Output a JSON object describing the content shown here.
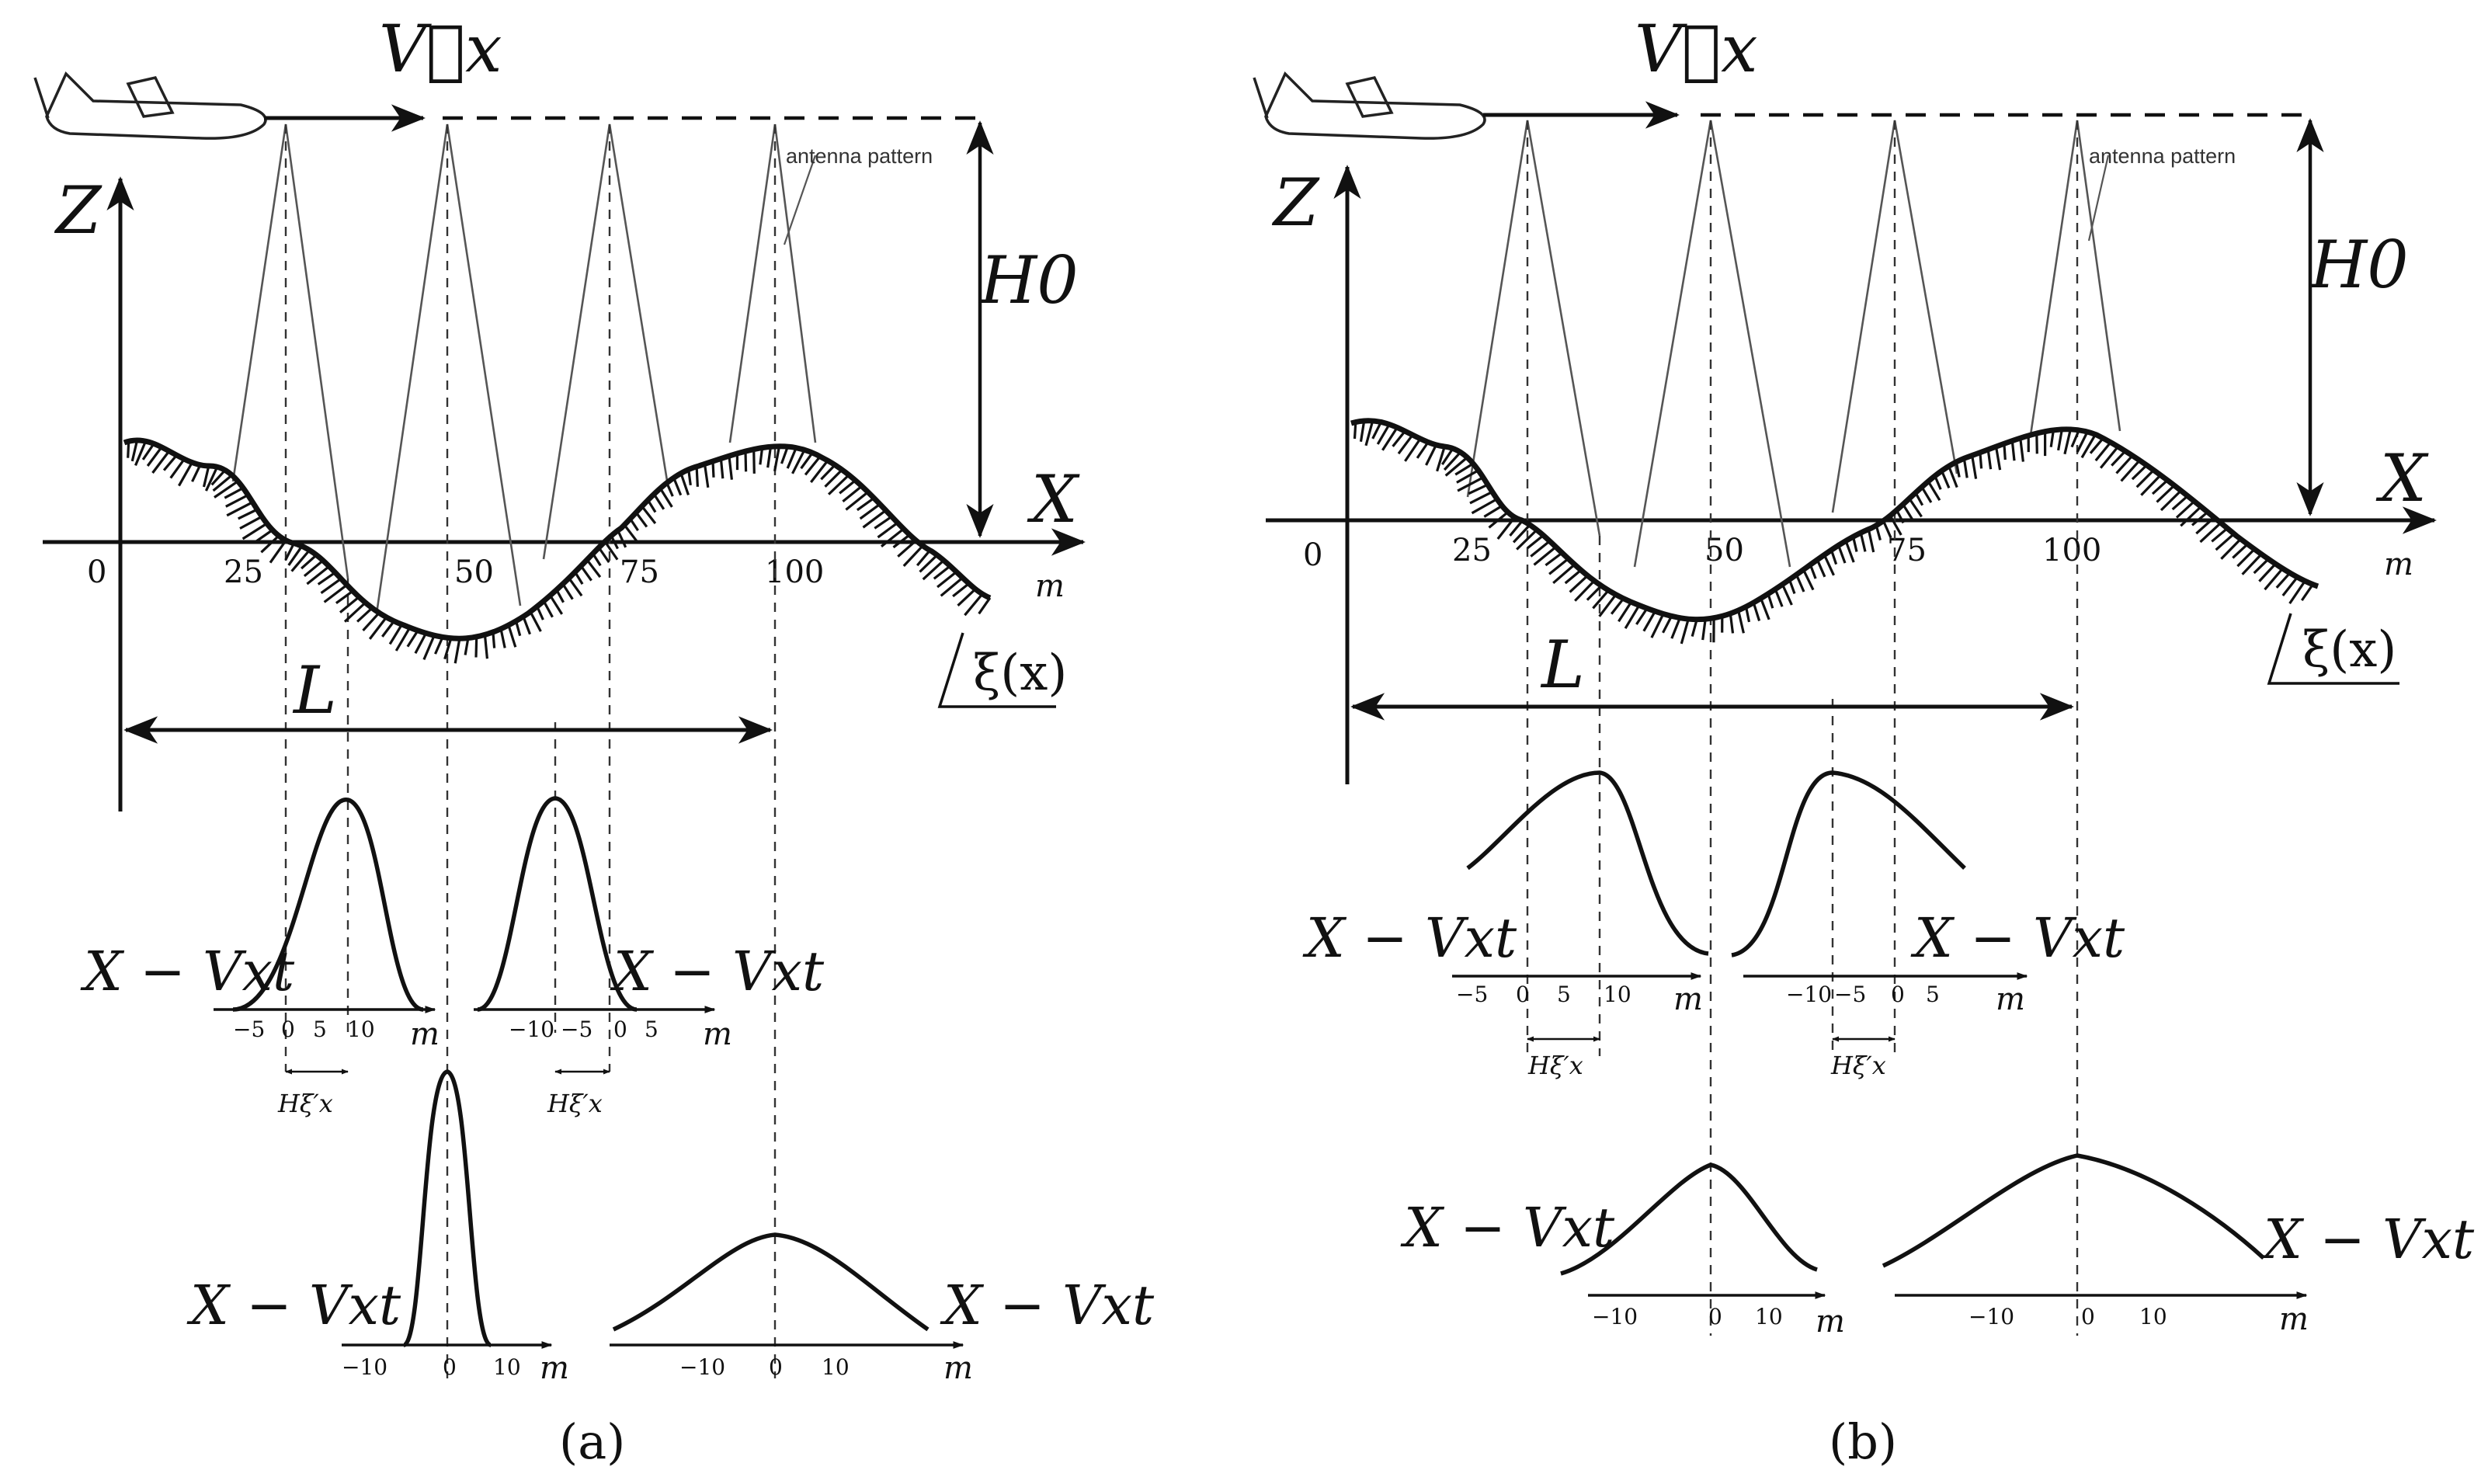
{
  "panels": [
    {
      "id": "a",
      "caption": "(a)",
      "velocity_label": "V⃗x",
      "z_label": "Z",
      "x_label": "X",
      "h0_label": "H0",
      "antenna_label": "antenna pattern",
      "L_label": "L",
      "xi_label": "ξ(x)",
      "unit_label": "m",
      "x_ticks": [
        "0",
        "25",
        "50",
        "75",
        "100"
      ],
      "expr": "X − Vxt",
      "hxi_label": "Hξ′x",
      "sub_plots": [
        {
          "ticks": [
            "−5",
            "0",
            "5",
            "10"
          ],
          "unit": "m",
          "expr": "X − Vxt",
          "annot": "Hξ′x"
        },
        {
          "ticks": [
            "−10",
            "−5",
            "0",
            "5"
          ],
          "unit": "m",
          "expr": "X − Vxt",
          "annot": "Hξ′x"
        },
        {
          "ticks": [
            "−10",
            "0",
            "10"
          ],
          "unit": "m",
          "expr": "X − Vxt"
        },
        {
          "ticks": [
            "−10",
            "0",
            "10"
          ],
          "unit": "m",
          "expr": "X − Vxt"
        }
      ]
    },
    {
      "id": "b",
      "caption": "(b)",
      "velocity_label": "V⃗x",
      "z_label": "Z",
      "x_label": "X",
      "h0_label": "H0",
      "antenna_label": "antenna pattern",
      "L_label": "L",
      "xi_label": "ξ(x)",
      "unit_label": "m",
      "x_ticks": [
        "0",
        "25",
        "50",
        "75",
        "100"
      ],
      "expr": "X − Vxt",
      "hxi_label": "Hξ′x",
      "sub_plots": [
        {
          "ticks": [
            "−5",
            "0",
            "5",
            "10"
          ],
          "unit": "m",
          "expr": "X − Vxt",
          "annot": "Hξ′x"
        },
        {
          "ticks": [
            "−10",
            "−5",
            "0",
            "5"
          ],
          "unit": "m",
          "expr": "X − Vxt",
          "annot": "Hξ′x"
        },
        {
          "ticks": [
            "−10",
            "0",
            "10"
          ],
          "unit": "m",
          "expr": "X − Vxt"
        },
        {
          "ticks": [
            "−10",
            "0",
            "10"
          ],
          "unit": "m",
          "expr": "X − Vxt"
        }
      ]
    }
  ]
}
